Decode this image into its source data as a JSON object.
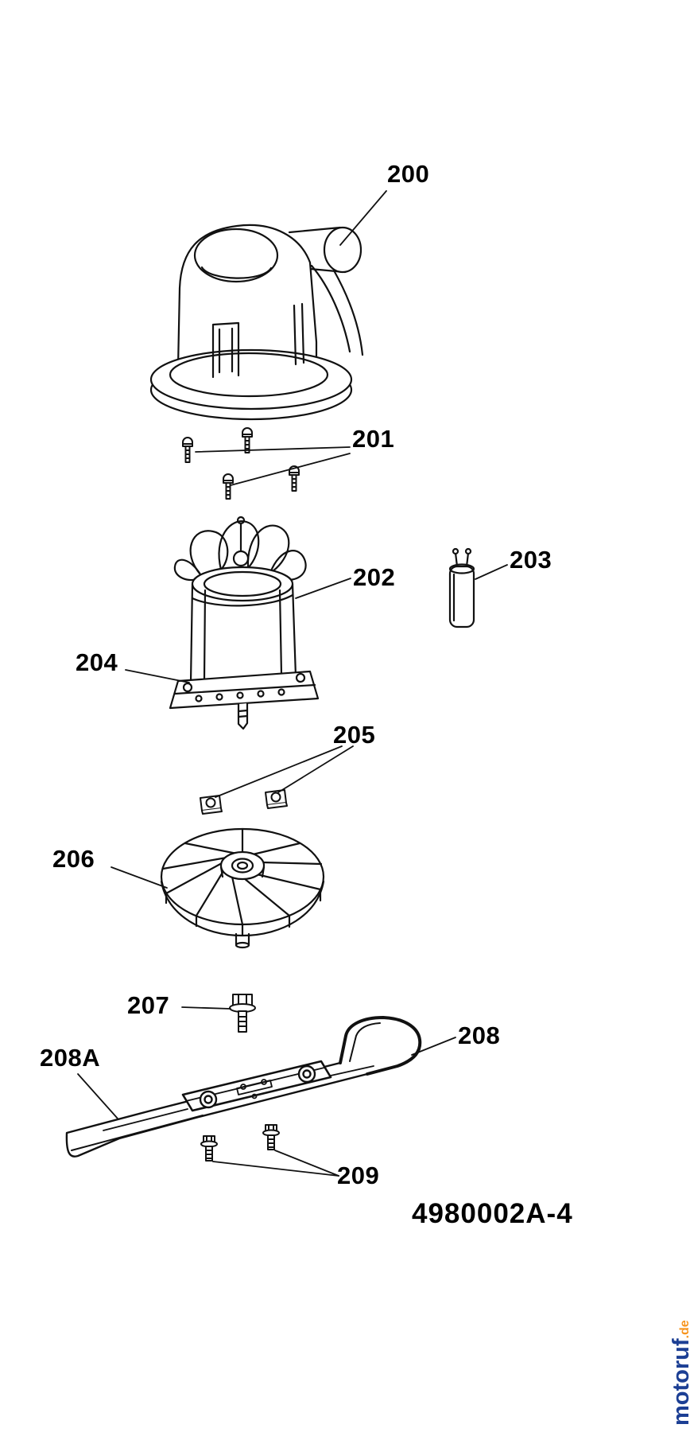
{
  "diagram": {
    "part_labels": [
      {
        "text": "200"
      },
      {
        "text": "201"
      },
      {
        "text": "202"
      },
      {
        "text": "203"
      },
      {
        "text": "204"
      },
      {
        "text": "205"
      },
      {
        "text": "206"
      },
      {
        "text": "207"
      },
      {
        "text": "208"
      },
      {
        "text": "208A"
      },
      {
        "text": "209"
      }
    ],
    "drawing_number": "4980002A-4",
    "watermark": {
      "main": "motoruf",
      "suffix": ".de",
      "main_color": "#1c3f94",
      "suffix_color": "#f7941d"
    }
  }
}
